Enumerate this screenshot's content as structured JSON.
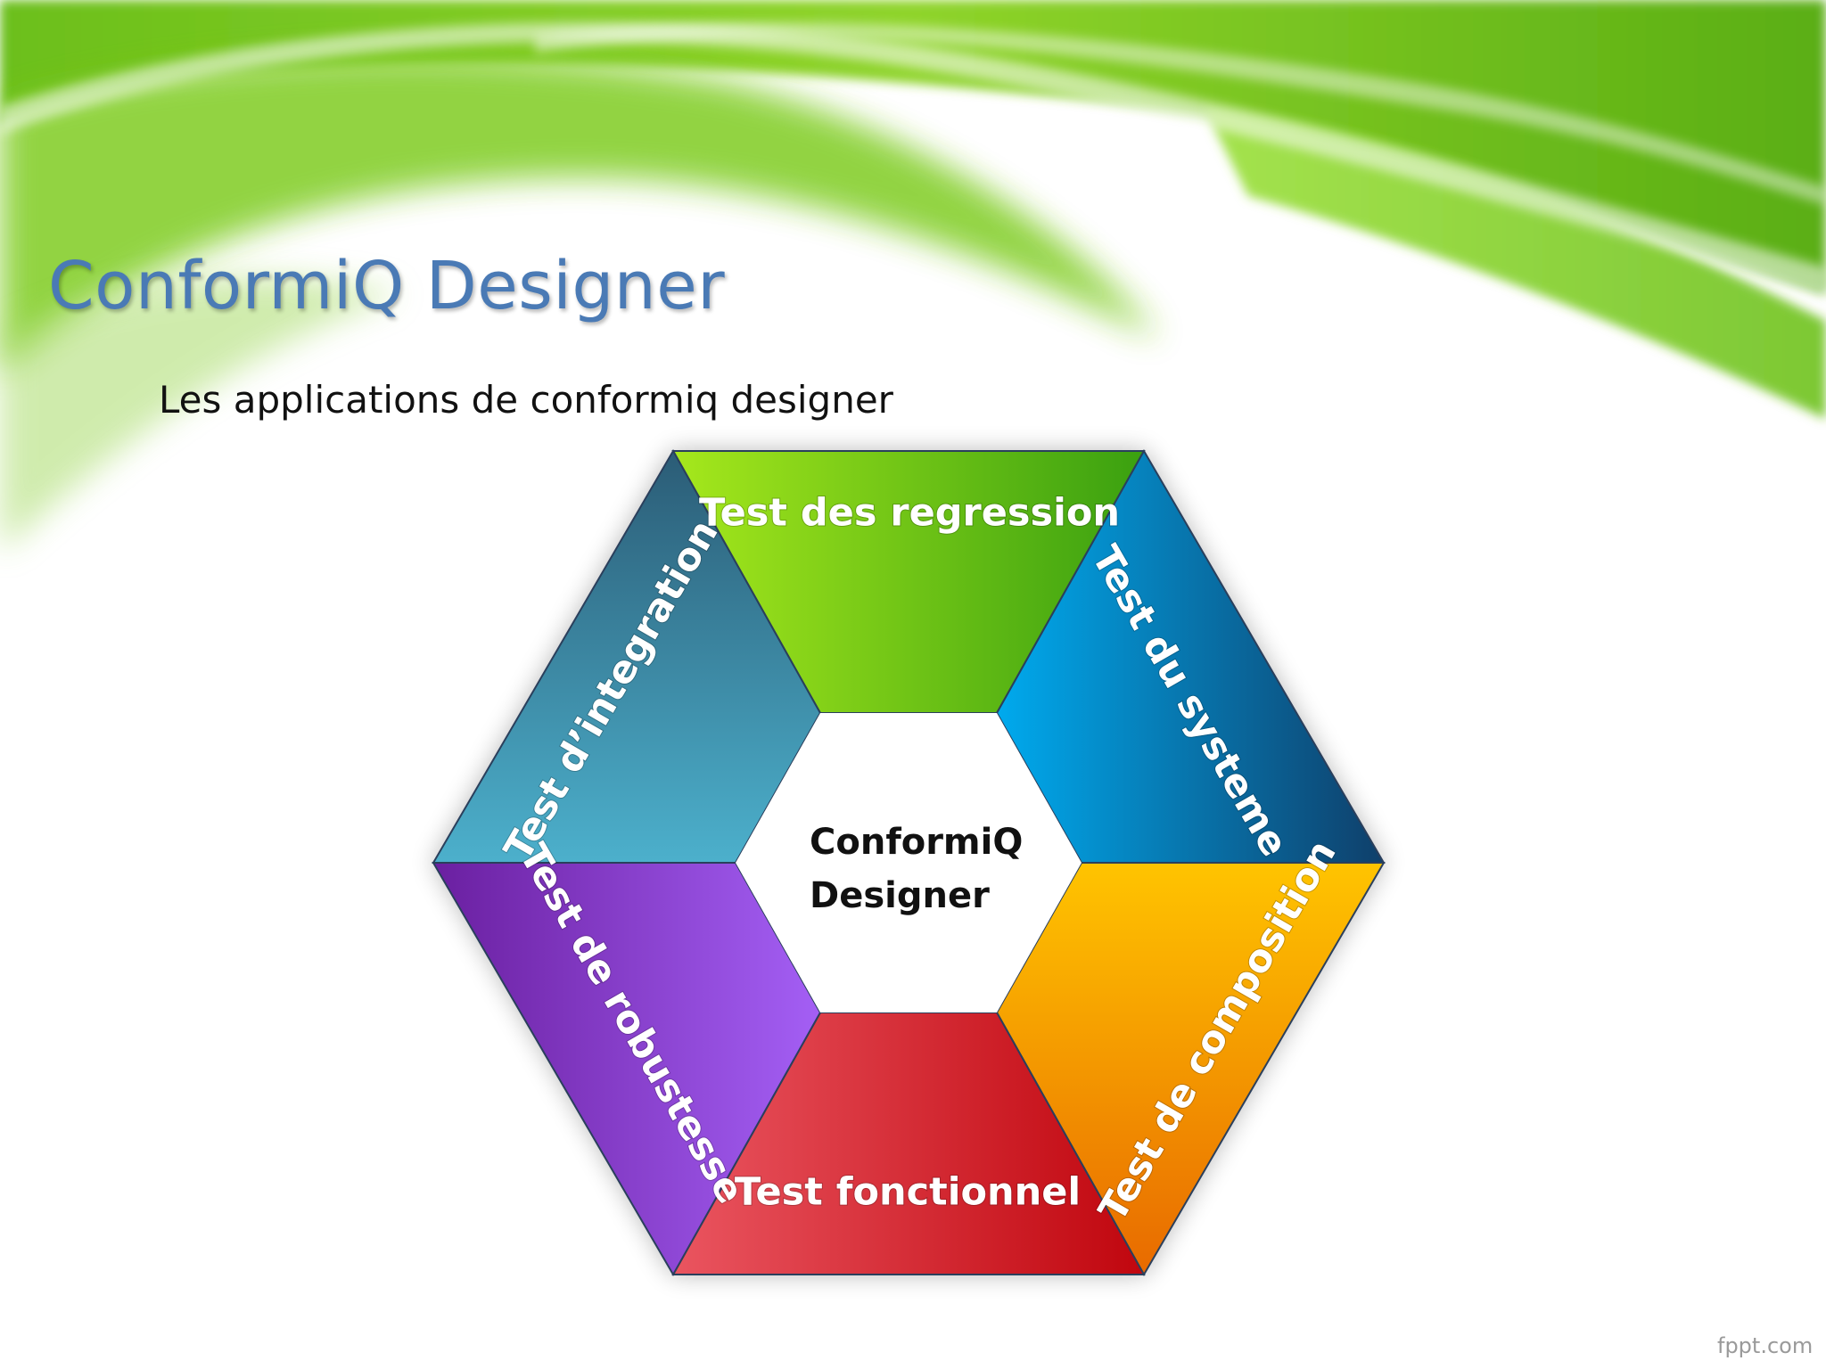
{
  "slide": {
    "title": "ConformiQ Designer",
    "subtitle": "Les applications de conformiq designer",
    "watermark": "fppt.com"
  },
  "diagram": {
    "center_line1": "ConformiQ",
    "center_line2": "Designer",
    "segments": [
      {
        "label": "Test des regression",
        "color": "#5cc21a"
      },
      {
        "label": "Test du systeme",
        "color": "#0a86c8"
      },
      {
        "label": "Test de composition",
        "color": "#f59b06"
      },
      {
        "label": "Test fonctionnel",
        "color": "#d9303a"
      },
      {
        "label": "Test de robustesse",
        "color": "#8b3fd6"
      },
      {
        "label": "Test d’integration",
        "color": "#3a8ea8"
      }
    ]
  }
}
